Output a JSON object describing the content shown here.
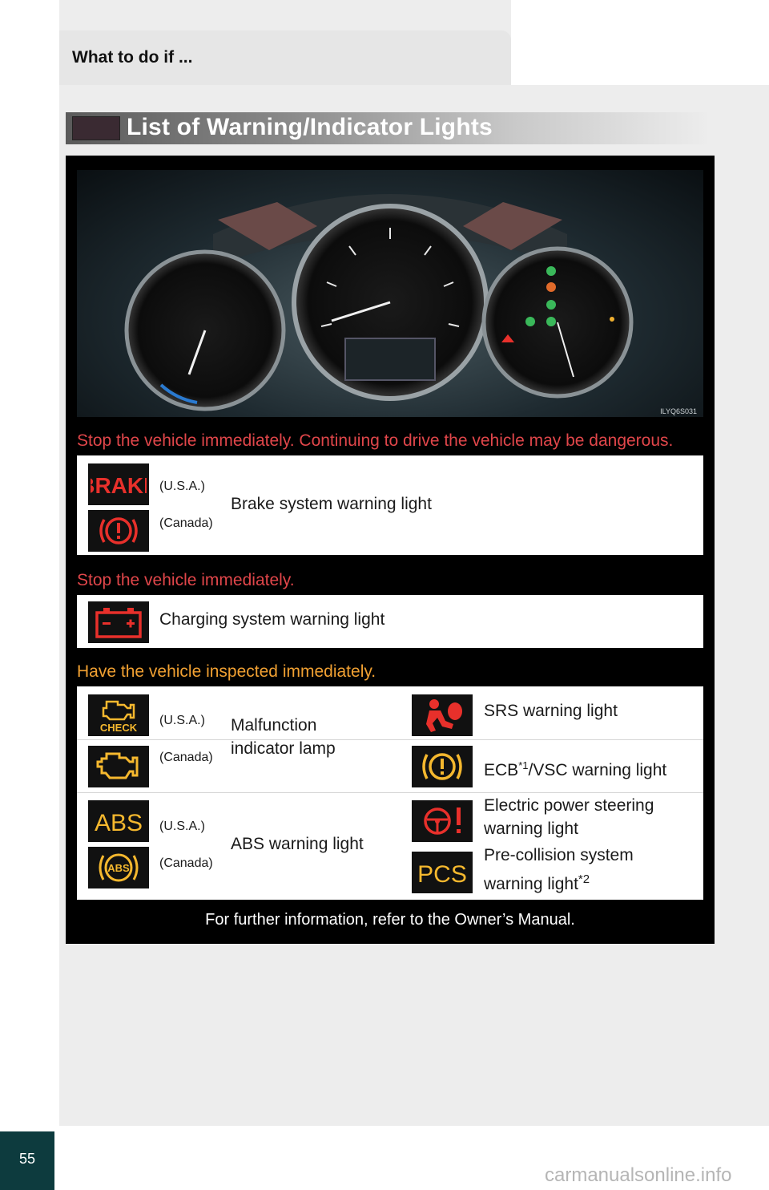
{
  "header": {
    "section_title": "What to do if ..."
  },
  "title": "List of Warning/Indicator Lights",
  "photo": {
    "image_id": "ILYQ6S031"
  },
  "sections": {
    "stop_dangerous": {
      "heading": "Stop the vehicle immediately. Continuing to drive the vehicle may be dangerous.",
      "region_usa": "(U.S.A.)",
      "region_canada": "(Canada)",
      "desc": "Brake system warning light",
      "icon_usa": "brake-text-icon",
      "icon_canada": "brake-circle-exclamation-icon"
    },
    "stop": {
      "heading": "Stop the vehicle immediately.",
      "desc": "Charging system warning light",
      "icon": "battery-icon"
    },
    "inspect": {
      "heading": "Have the vehicle inspected immediately.",
      "mil_usa": "(U.S.A.)",
      "mil_canada": "(Canada)",
      "mil_desc_1": "Malfunction",
      "mil_desc_2": "indicator lamp",
      "abs_usa": "(U.S.A.)",
      "abs_canada": "(Canada)",
      "abs_desc": "ABS warning light",
      "srs_desc": "SRS warning light",
      "ecb_desc_a": "ECB",
      "ecb_sup": "*1",
      "ecb_desc_b": "/VSC warning light",
      "eps_desc_1": "Electric power steering",
      "eps_desc_2": "warning light",
      "pcs_desc_1": "Pre-collision system",
      "pcs_desc_2": "warning light",
      "pcs_sup": "*2",
      "check_label": "CHECK",
      "abs_label": "ABS",
      "abs_circle_label": "ABS",
      "pcs_label": "PCS",
      "brake_label": "BRAKE"
    }
  },
  "footer": "For further information, refer to the Owner’s Manual.",
  "page_number": "55",
  "watermark": "carmanualsonline.info",
  "colors": {
    "red": "#e0464a",
    "orange": "#f0a032",
    "amber_icon": "#f5b82e",
    "red_icon": "#e8302b"
  }
}
